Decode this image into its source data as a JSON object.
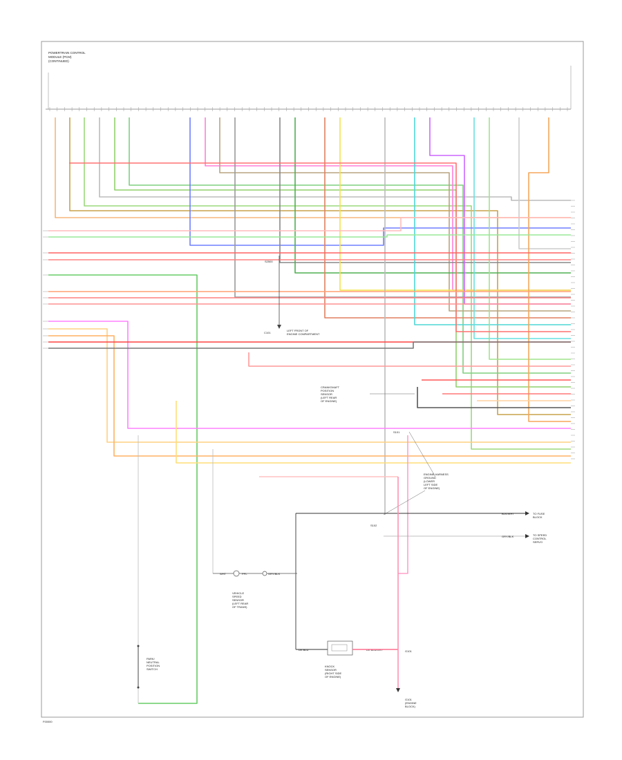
{
  "header": {
    "lines": [
      "POWERTRAIN CONTROL",
      "MODULE (PCM)",
      "(CONTINUED)"
    ]
  },
  "footer_id": "F00000",
  "component_labels": {
    "splice_center": "S2500",
    "left_front_bulkhead": [
      "LEFT FRONT OF",
      "ENGINE COMPARTMENT"
    ],
    "crank_sensor": [
      "CRANKSHAFT",
      "POSITION",
      "SENSOR",
      "(LEFT REAR",
      "OF ENGINE)"
    ],
    "splice_s101": "S101",
    "engine_harness_ground": [
      "ENGINE HARNESS",
      "GROUND",
      "(LOWER",
      "LEFT SIDE",
      "OF ENGINE)"
    ],
    "splice_s102": "S102",
    "ground_g101": "G101",
    "to_ground_1": [
      "TO FUSE",
      "BLOCK"
    ],
    "to_ground_2": [
      "TO SPEED",
      "CONTROL",
      "SERVO"
    ],
    "speedo_sensor": [
      "VEHICLE",
      "SPEED",
      "SENSOR",
      "(LEFT REAR",
      "OF TRANS)"
    ],
    "neutral_switch": [
      "PARK/",
      "NEUTRAL",
      "POSITION",
      "SWITCH"
    ],
    "knock_sensor": [
      "KNOCK",
      "SENSOR",
      "(RIGHT SIDE",
      "OF ENGINE)"
    ],
    "ground_point": [
      "G101",
      "(ENGINE",
      "BLOCK)"
    ]
  }
}
